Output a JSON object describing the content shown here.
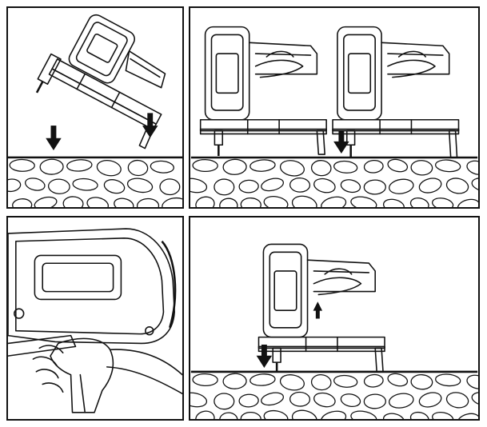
{
  "figure": {
    "panel_count": 4,
    "colors": {
      "line": "#111111",
      "background": "#ffffff"
    },
    "panels": [
      {
        "id": "p1",
        "icons": [
          "nailer-tilted-icon",
          "down-arrow-icon",
          "down-arrow-icon",
          "stone-surface-icon"
        ]
      },
      {
        "id": "p2",
        "icons": [
          "nailer-hand-icon",
          "nailer-hand-icon",
          "down-arrow-icon",
          "stone-surface-icon"
        ]
      },
      {
        "id": "p3",
        "icons": [
          "nailer-closeup-icon",
          "hand-grip-icon"
        ]
      },
      {
        "id": "p4",
        "icons": [
          "nailer-hand-icon",
          "up-arrow-icon",
          "down-arrow-icon",
          "stone-surface-icon"
        ]
      }
    ]
  }
}
